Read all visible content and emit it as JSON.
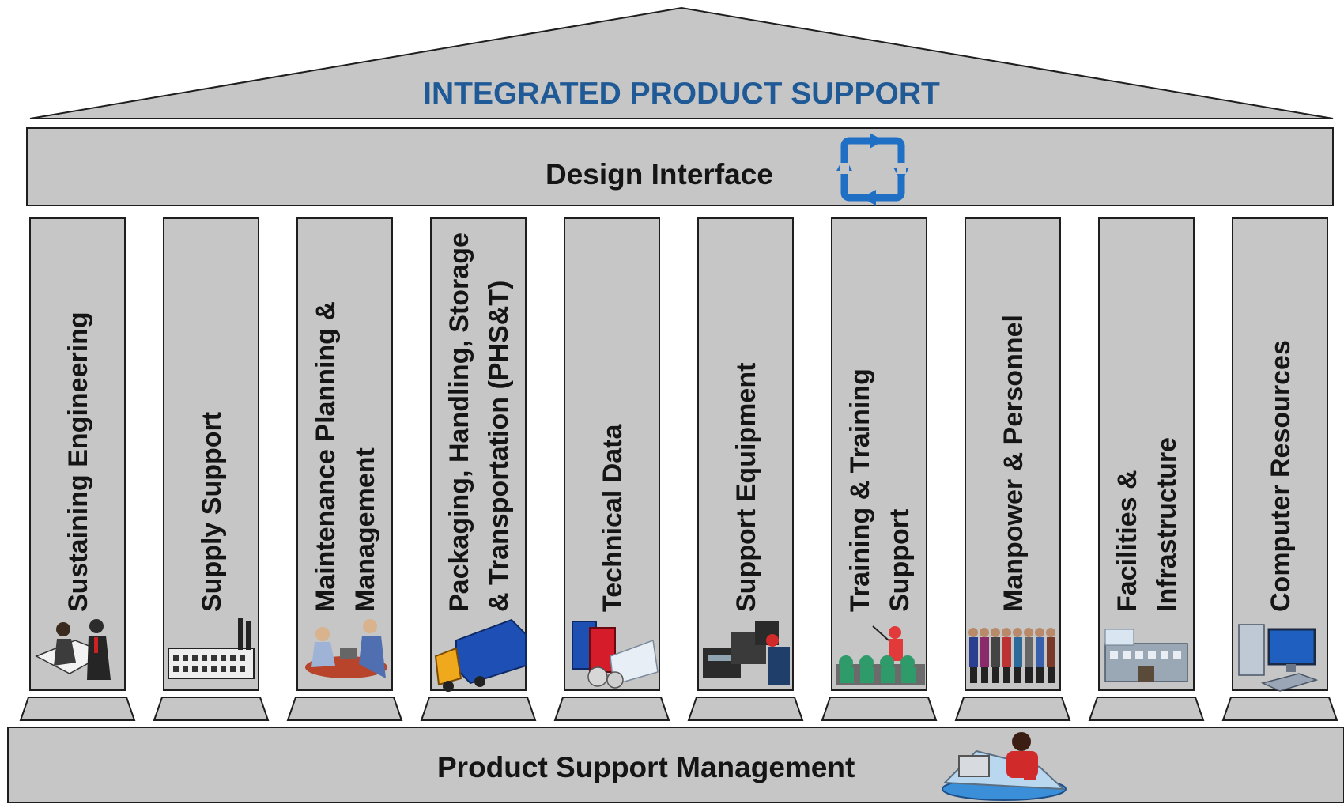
{
  "roof": {
    "title": "INTEGRATED PRODUCT SUPPORT"
  },
  "beam": {
    "label": "Design Interface",
    "icon": "cycle-arrows-icon"
  },
  "base": {
    "label": "Product Support Management",
    "icon": "manager-at-desk-icon"
  },
  "pillars": [
    {
      "lines": [
        "Sustaining Engineering"
      ],
      "icon": "engineers-blueprint-icon"
    },
    {
      "lines": [
        "Supply Support"
      ],
      "icon": "factory-icon"
    },
    {
      "lines": [
        "Maintenance Planning &",
        "Management"
      ],
      "icon": "maintenance-workers-icon"
    },
    {
      "lines": [
        "Packaging, Handling, Storage",
        "& Transportation (PHS&T)"
      ],
      "icon": "truck-icon"
    },
    {
      "lines": [
        "Technical Data"
      ],
      "icon": "binders-icon"
    },
    {
      "lines": [
        "Support Equipment"
      ],
      "icon": "equipment-icon"
    },
    {
      "lines": [
        "Training & Training",
        "Support"
      ],
      "icon": "classroom-icon"
    },
    {
      "lines": [
        "Manpower & Personnel"
      ],
      "icon": "people-group-icon"
    },
    {
      "lines": [
        "Facilities &",
        "Infrastructure"
      ],
      "icon": "building-icon"
    },
    {
      "lines": [
        "Computer Resources"
      ],
      "icon": "computer-icon"
    }
  ],
  "colors": {
    "stone": "#c6c6c6",
    "stroke": "#1e1e1e",
    "title_blue": "#1f5a96",
    "text": "#151515",
    "cycle_blue": "#1f6fc4"
  }
}
